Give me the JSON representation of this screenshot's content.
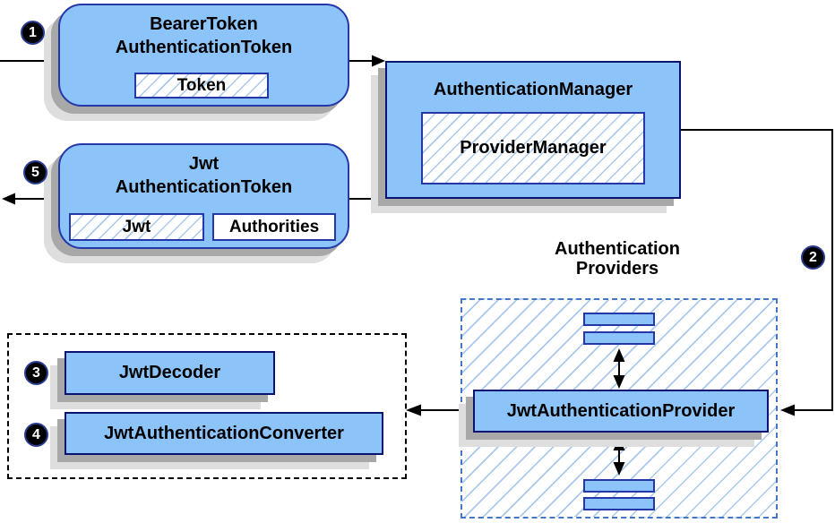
{
  "colors": {
    "blue_fill": "#8CC3F8",
    "navy_border": "#2438A8",
    "dark_border": "#0A1272",
    "hatch_line": "#A9C9EF",
    "dashed_blue": "#4576C6",
    "shadow_dark": "#A8A8A8",
    "shadow_light": "#DEDEDE",
    "arrow": "#000000"
  },
  "badges": {
    "step1": "1",
    "step2": "2",
    "step3": "3",
    "step4": "4",
    "step5": "5"
  },
  "nodes": {
    "bearer_token_authentication_token": {
      "title_line1": "BearerToken",
      "title_line2": "AuthenticationToken",
      "field_token": "Token"
    },
    "authentication_manager": {
      "title": "AuthenticationManager",
      "inner": "ProviderManager"
    },
    "jwt_authentication_token": {
      "title_line1": "Jwt",
      "title_line2": "AuthenticationToken",
      "field_jwt": "Jwt",
      "field_authorities": "Authorities"
    },
    "authentication_providers_label": {
      "line1": "Authentication",
      "line2": "Providers"
    },
    "jwt_authentication_provider": {
      "title": "JwtAuthenticationProvider"
    },
    "jwt_decoder": {
      "title": "JwtDecoder"
    },
    "jwt_authentication_converter": {
      "title": "JwtAuthenticationConverter"
    }
  }
}
